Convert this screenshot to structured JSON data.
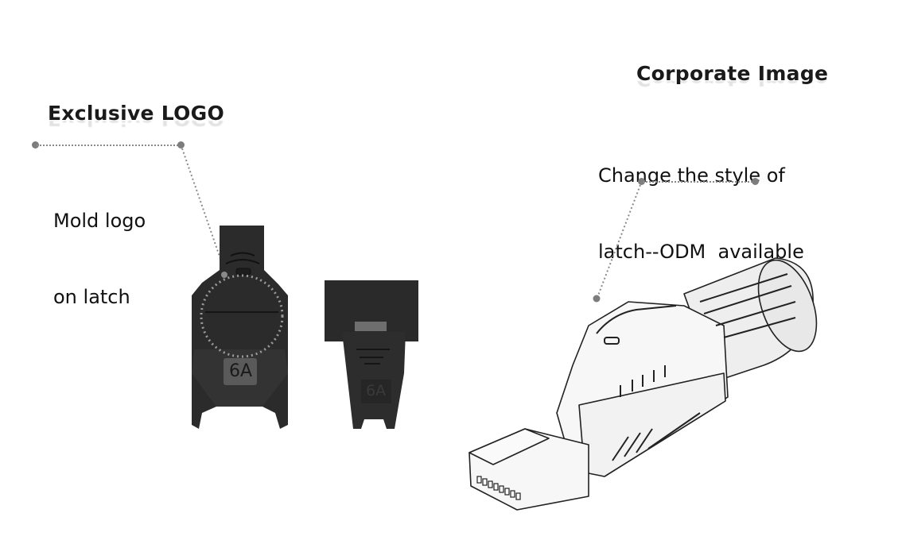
{
  "left_callout": {
    "title": "Exclusive LOGO",
    "text_line1": "Mold logo",
    "text_line2": "on latch"
  },
  "right_callout": {
    "title": "Corporate Image",
    "text_line1": "Change the style of",
    "text_line2": "latch--ODM  available"
  },
  "products": {
    "latch_front_label": "6A",
    "latch_side_label": "6A"
  },
  "colors": {
    "latch": "#2a2a2a",
    "leader_line": "#8a8a8a",
    "background": "#ffffff"
  }
}
